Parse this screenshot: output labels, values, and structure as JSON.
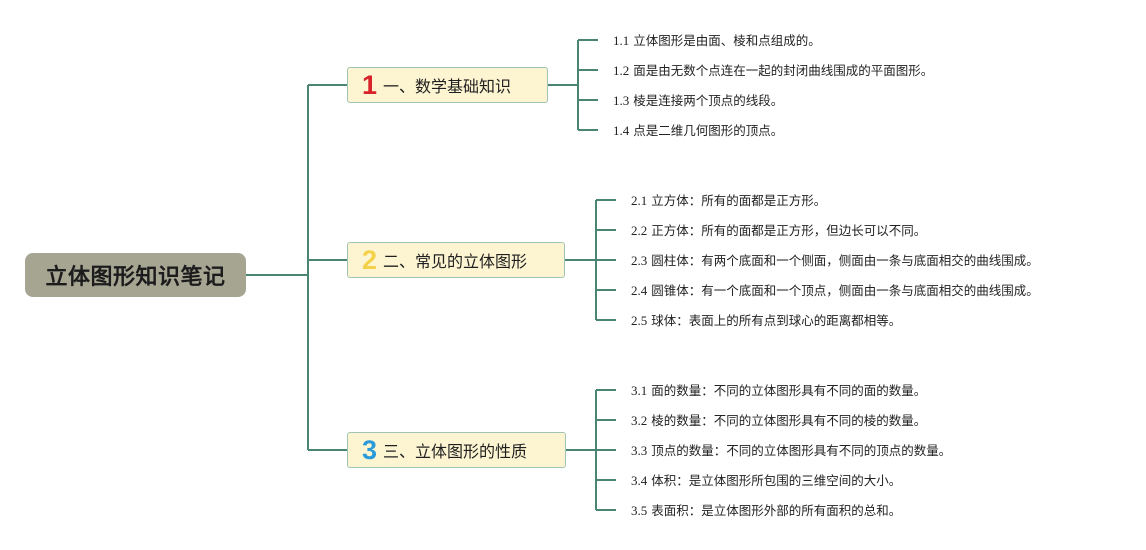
{
  "colors": {
    "connector": "#4a8573",
    "root_bg": "#a6a592",
    "branch_bg": "#fdf5d2",
    "branch_border": "#9fc5b2",
    "num_1": "#d8232a",
    "num_2": "#f3d24a",
    "num_3": "#2a9ad8"
  },
  "root": {
    "title": "立体图形知识笔记"
  },
  "branches": [
    {
      "num": "1",
      "label": "一、数学基础知识",
      "items": [
        {
          "idx": "1.1",
          "text": "立体图形是由面、棱和点组成的。"
        },
        {
          "idx": "1.2",
          "text": "面是由无数个点连在一起的封闭曲线围成的平面图形。"
        },
        {
          "idx": "1.3",
          "text": "棱是连接两个顶点的线段。"
        },
        {
          "idx": "1.4",
          "text": "点是二维几何图形的顶点。"
        }
      ]
    },
    {
      "num": "2",
      "label": "二、常见的立体图形",
      "items": [
        {
          "idx": "2.1",
          "text": "立方体：所有的面都是正方形。"
        },
        {
          "idx": "2.2",
          "text": "正方体：所有的面都是正方形，但边长可以不同。"
        },
        {
          "idx": "2.3",
          "text": "圆柱体：有两个底面和一个侧面，侧面由一条与底面相交的曲线围成。"
        },
        {
          "idx": "2.4",
          "text": "圆锥体：有一个底面和一个顶点，侧面由一条与底面相交的曲线围成。"
        },
        {
          "idx": "2.5",
          "text": "球体：表面上的所有点到球心的距离都相等。"
        }
      ]
    },
    {
      "num": "3",
      "label": "三、立体图形的性质",
      "items": [
        {
          "idx": "3.1",
          "text": "面的数量：不同的立体图形具有不同的面的数量。"
        },
        {
          "idx": "3.2",
          "text": "棱的数量：不同的立体图形具有不同的棱的数量。"
        },
        {
          "idx": "3.3",
          "text": "顶点的数量：不同的立体图形具有不同的顶点的数量。"
        },
        {
          "idx": "3.4",
          "text": "体积：是立体图形所包围的三维空间的大小。"
        },
        {
          "idx": "3.5",
          "text": "表面积：是立体图形外部的所有面积的总和。"
        }
      ]
    }
  ]
}
